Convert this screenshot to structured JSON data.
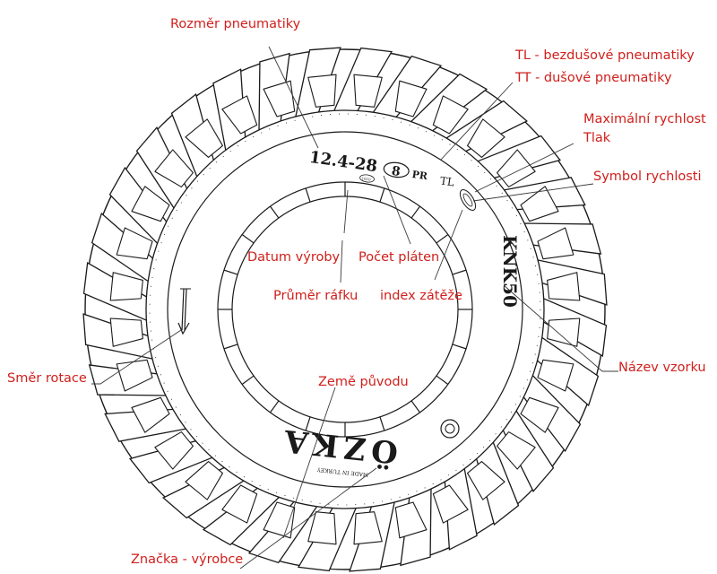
{
  "diagram": {
    "labels": {
      "tire_size": "Rozměr pneumatiky",
      "tubeless": "TL - bezdušové pneumatiky",
      "tube_type": "TT - dušové pneumatiky",
      "max_speed": "Maximální rychlost",
      "pressure": "Tlak",
      "speed_symbol": "Symbol rychlosti",
      "manufacture_date": "Datum výroby",
      "ply_count": "Počet pláten",
      "rim_diameter": "Průměr ráfku",
      "load_index": "index zátěže",
      "rotation_direction": "Směr rotace",
      "country_of_origin": "Země původu",
      "pattern_name": "Název vzorku",
      "brand": "Značka - výrobce"
    },
    "sidewall": {
      "size_text": "12.4-28",
      "ply_number": "8",
      "ply_suffix": "PR",
      "tl_mark": "TL",
      "pattern_text": "KNK50",
      "brand_text": "ÖZKA",
      "made_in_text": "MADE IN TURKEY",
      "date_stamp": "1610"
    },
    "colors": {
      "label_red": "#d0201c",
      "line_ink": "#1a1a1a"
    }
  }
}
